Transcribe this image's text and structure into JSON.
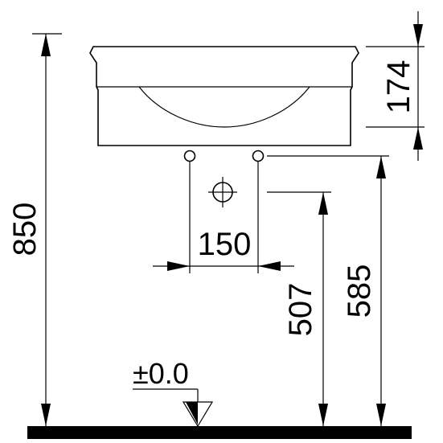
{
  "dimensions": {
    "total_height": "850",
    "basin_height": "174",
    "outlet_spacing": "150",
    "drain_height": "507",
    "outlet_height": "585"
  },
  "floor_level_label": "±0.0",
  "colors": {
    "line": "#000000",
    "floor": "#000000",
    "background": "#ffffff"
  }
}
